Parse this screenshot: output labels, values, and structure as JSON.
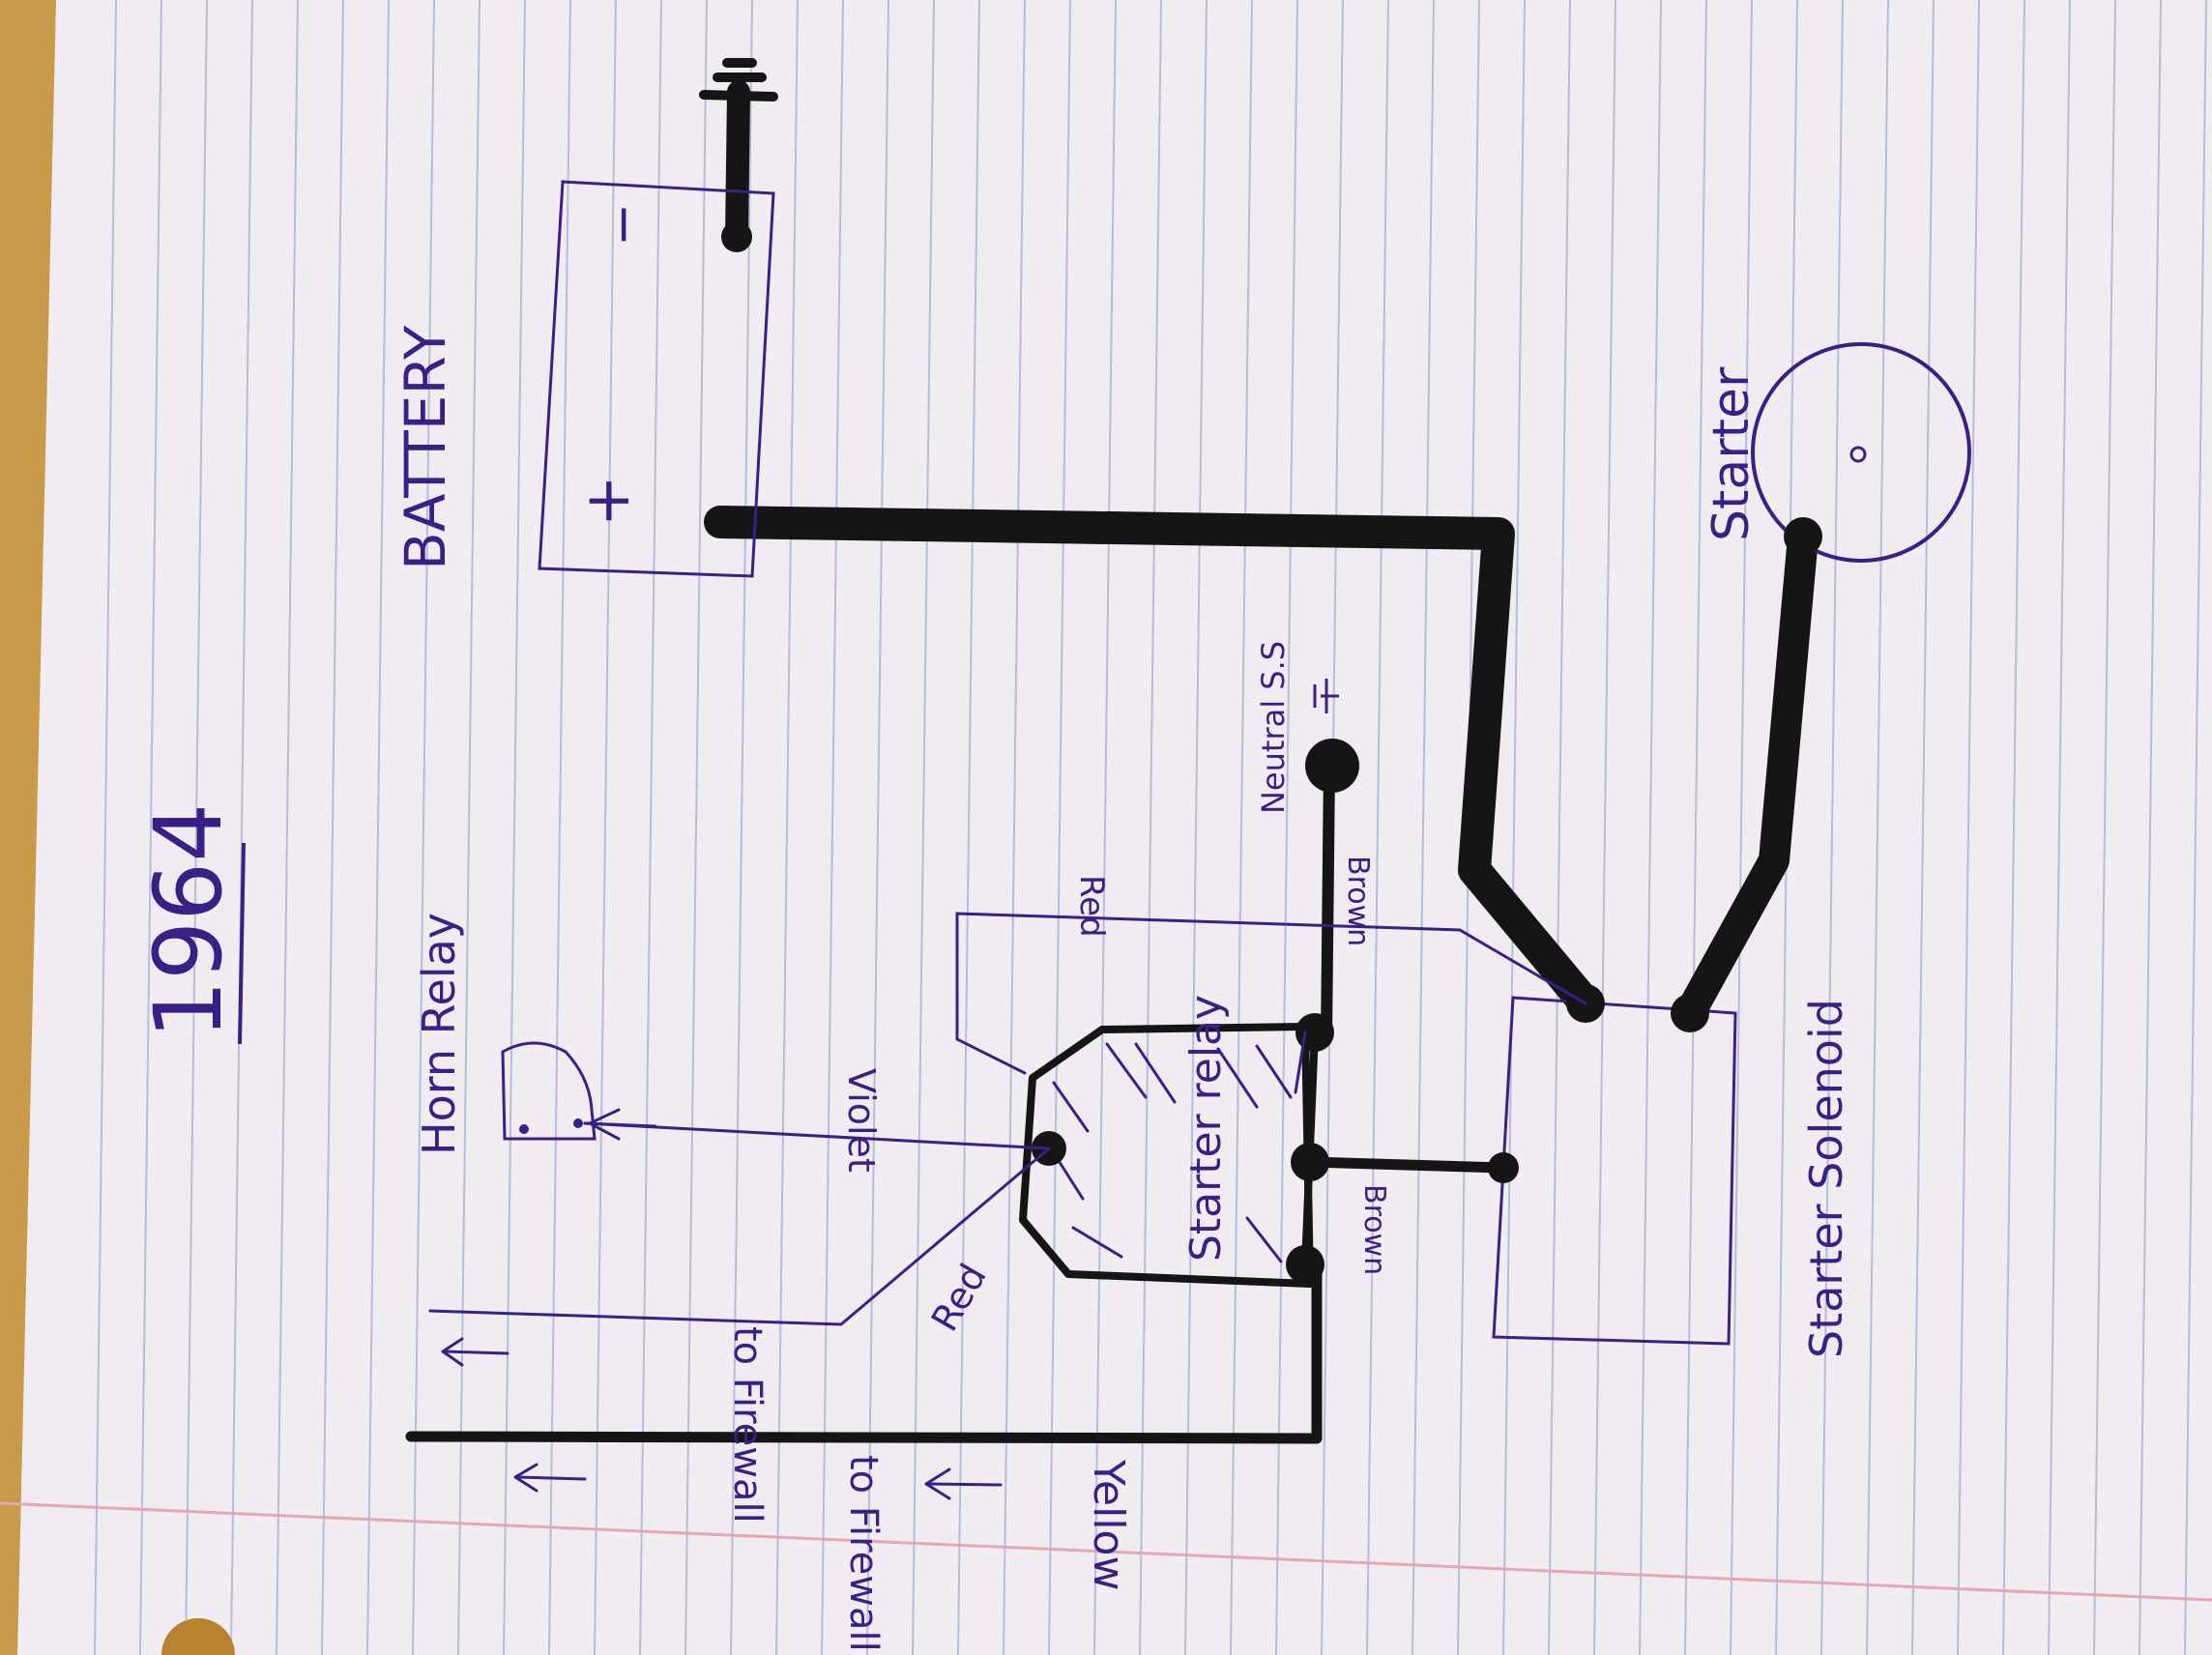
{
  "year": "1964",
  "labels": {
    "battery": "BATTERY",
    "battery_plus": "+",
    "battery_minus": "−",
    "horn_relay": "Horn Relay",
    "starter": "Starter",
    "starter_relay": "Starter relay",
    "starter_solenoid": "Starter Solenoid",
    "neutral_ss": "Neutral S.S",
    "wire_red_upper": "Red",
    "wire_red_lower": "Red",
    "wire_brown_upper": "Brown",
    "wire_brown_lower": "Brown",
    "wire_violet": "Violet",
    "wire_yellow": "Yellow",
    "to_firewall_upper": "to Firewall",
    "to_firewall_lower": "to Firewall"
  },
  "colors": {
    "paper": "#f1ecf1",
    "rule_line": "#a9b6d8",
    "margin_line": "#e6a6b4",
    "ink": "#3a1f86",
    "heavy_cable": "#151515",
    "desk": "#c99a4a"
  }
}
